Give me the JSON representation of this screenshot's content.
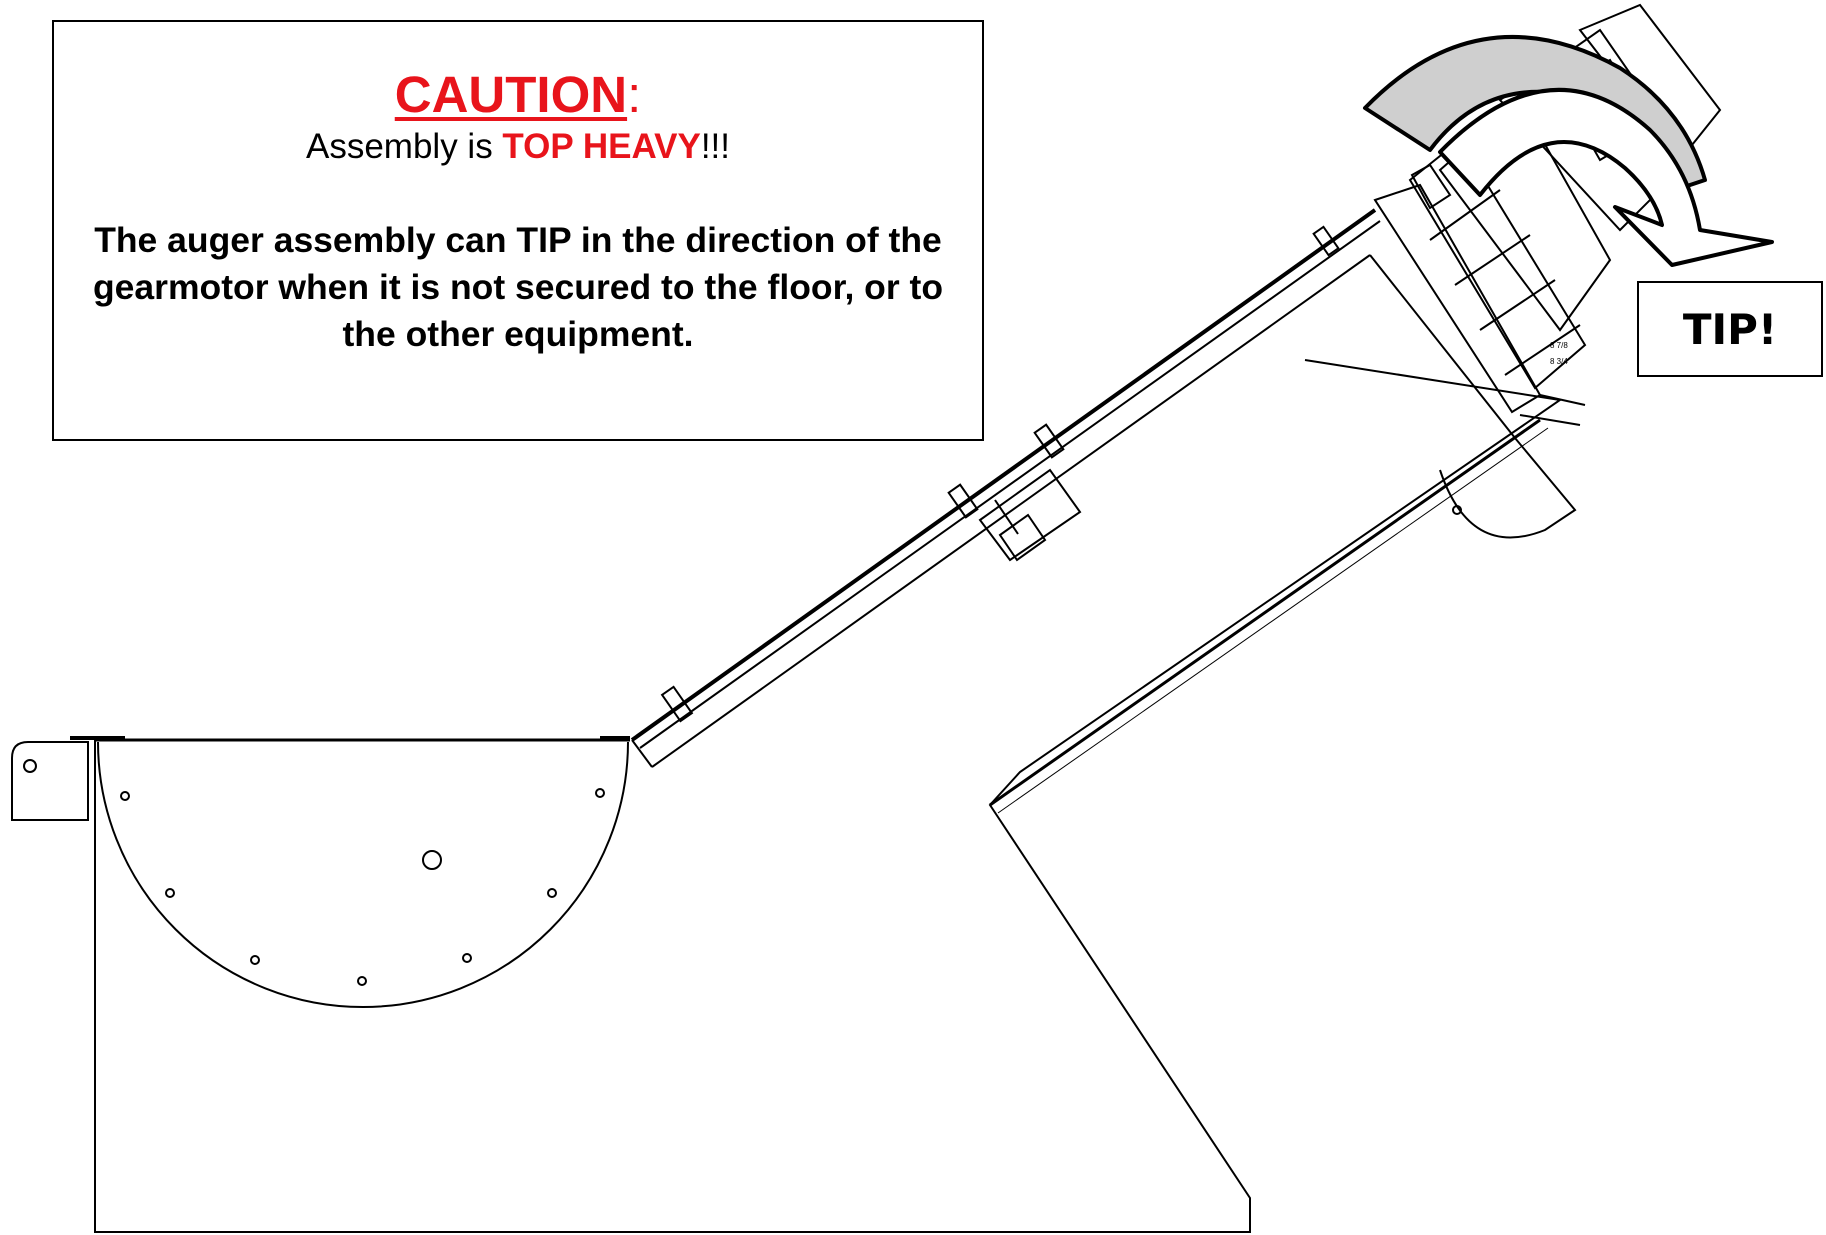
{
  "caution": {
    "title": "CAUTION",
    "colon": ":",
    "subtitle_prefix": "Assembly is ",
    "subtitle_highlight": "TOP HEAVY",
    "subtitle_suffix": "!!!",
    "body": "The auger assembly can TIP in the direction of the gearmotor when it is not secured to the floor, or to the other equipment."
  },
  "tip_label": "TIP!",
  "motor_labels": [
    "8 7/8",
    "8 3/4"
  ],
  "colors": {
    "caution_red": "#e8141b",
    "arrow_fill": "#cfcfcf",
    "line": "#000000"
  },
  "icons": [
    "tip-direction-arrow-icon"
  ]
}
